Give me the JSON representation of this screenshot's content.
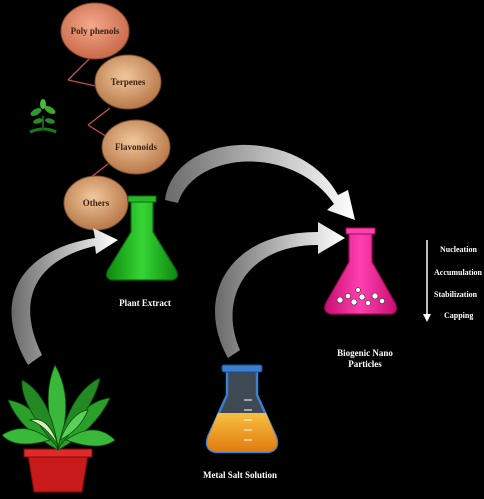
{
  "compounds": [
    {
      "label": "Poly phenols"
    },
    {
      "label": "Terpenes"
    },
    {
      "label": "Flavonoids"
    },
    {
      "label": "Others"
    }
  ],
  "labels": {
    "plant_extract": "Plant Extract",
    "biogenic_line1": "Biogenic Nano",
    "biogenic_line2": "Particles",
    "metal_salt": "Metal Salt Solution"
  },
  "process_steps": [
    "Nucleation",
    "Accumulation",
    "Stabilization",
    "Capping"
  ],
  "colors": {
    "bubble_fill": "#d8a878",
    "green_flask": "#1fbf1f",
    "pink_flask": "#ff1f9a",
    "orange_liquid": "#f0a020",
    "blue_flask": "#3a7fd0",
    "connector": "#c0504d"
  }
}
